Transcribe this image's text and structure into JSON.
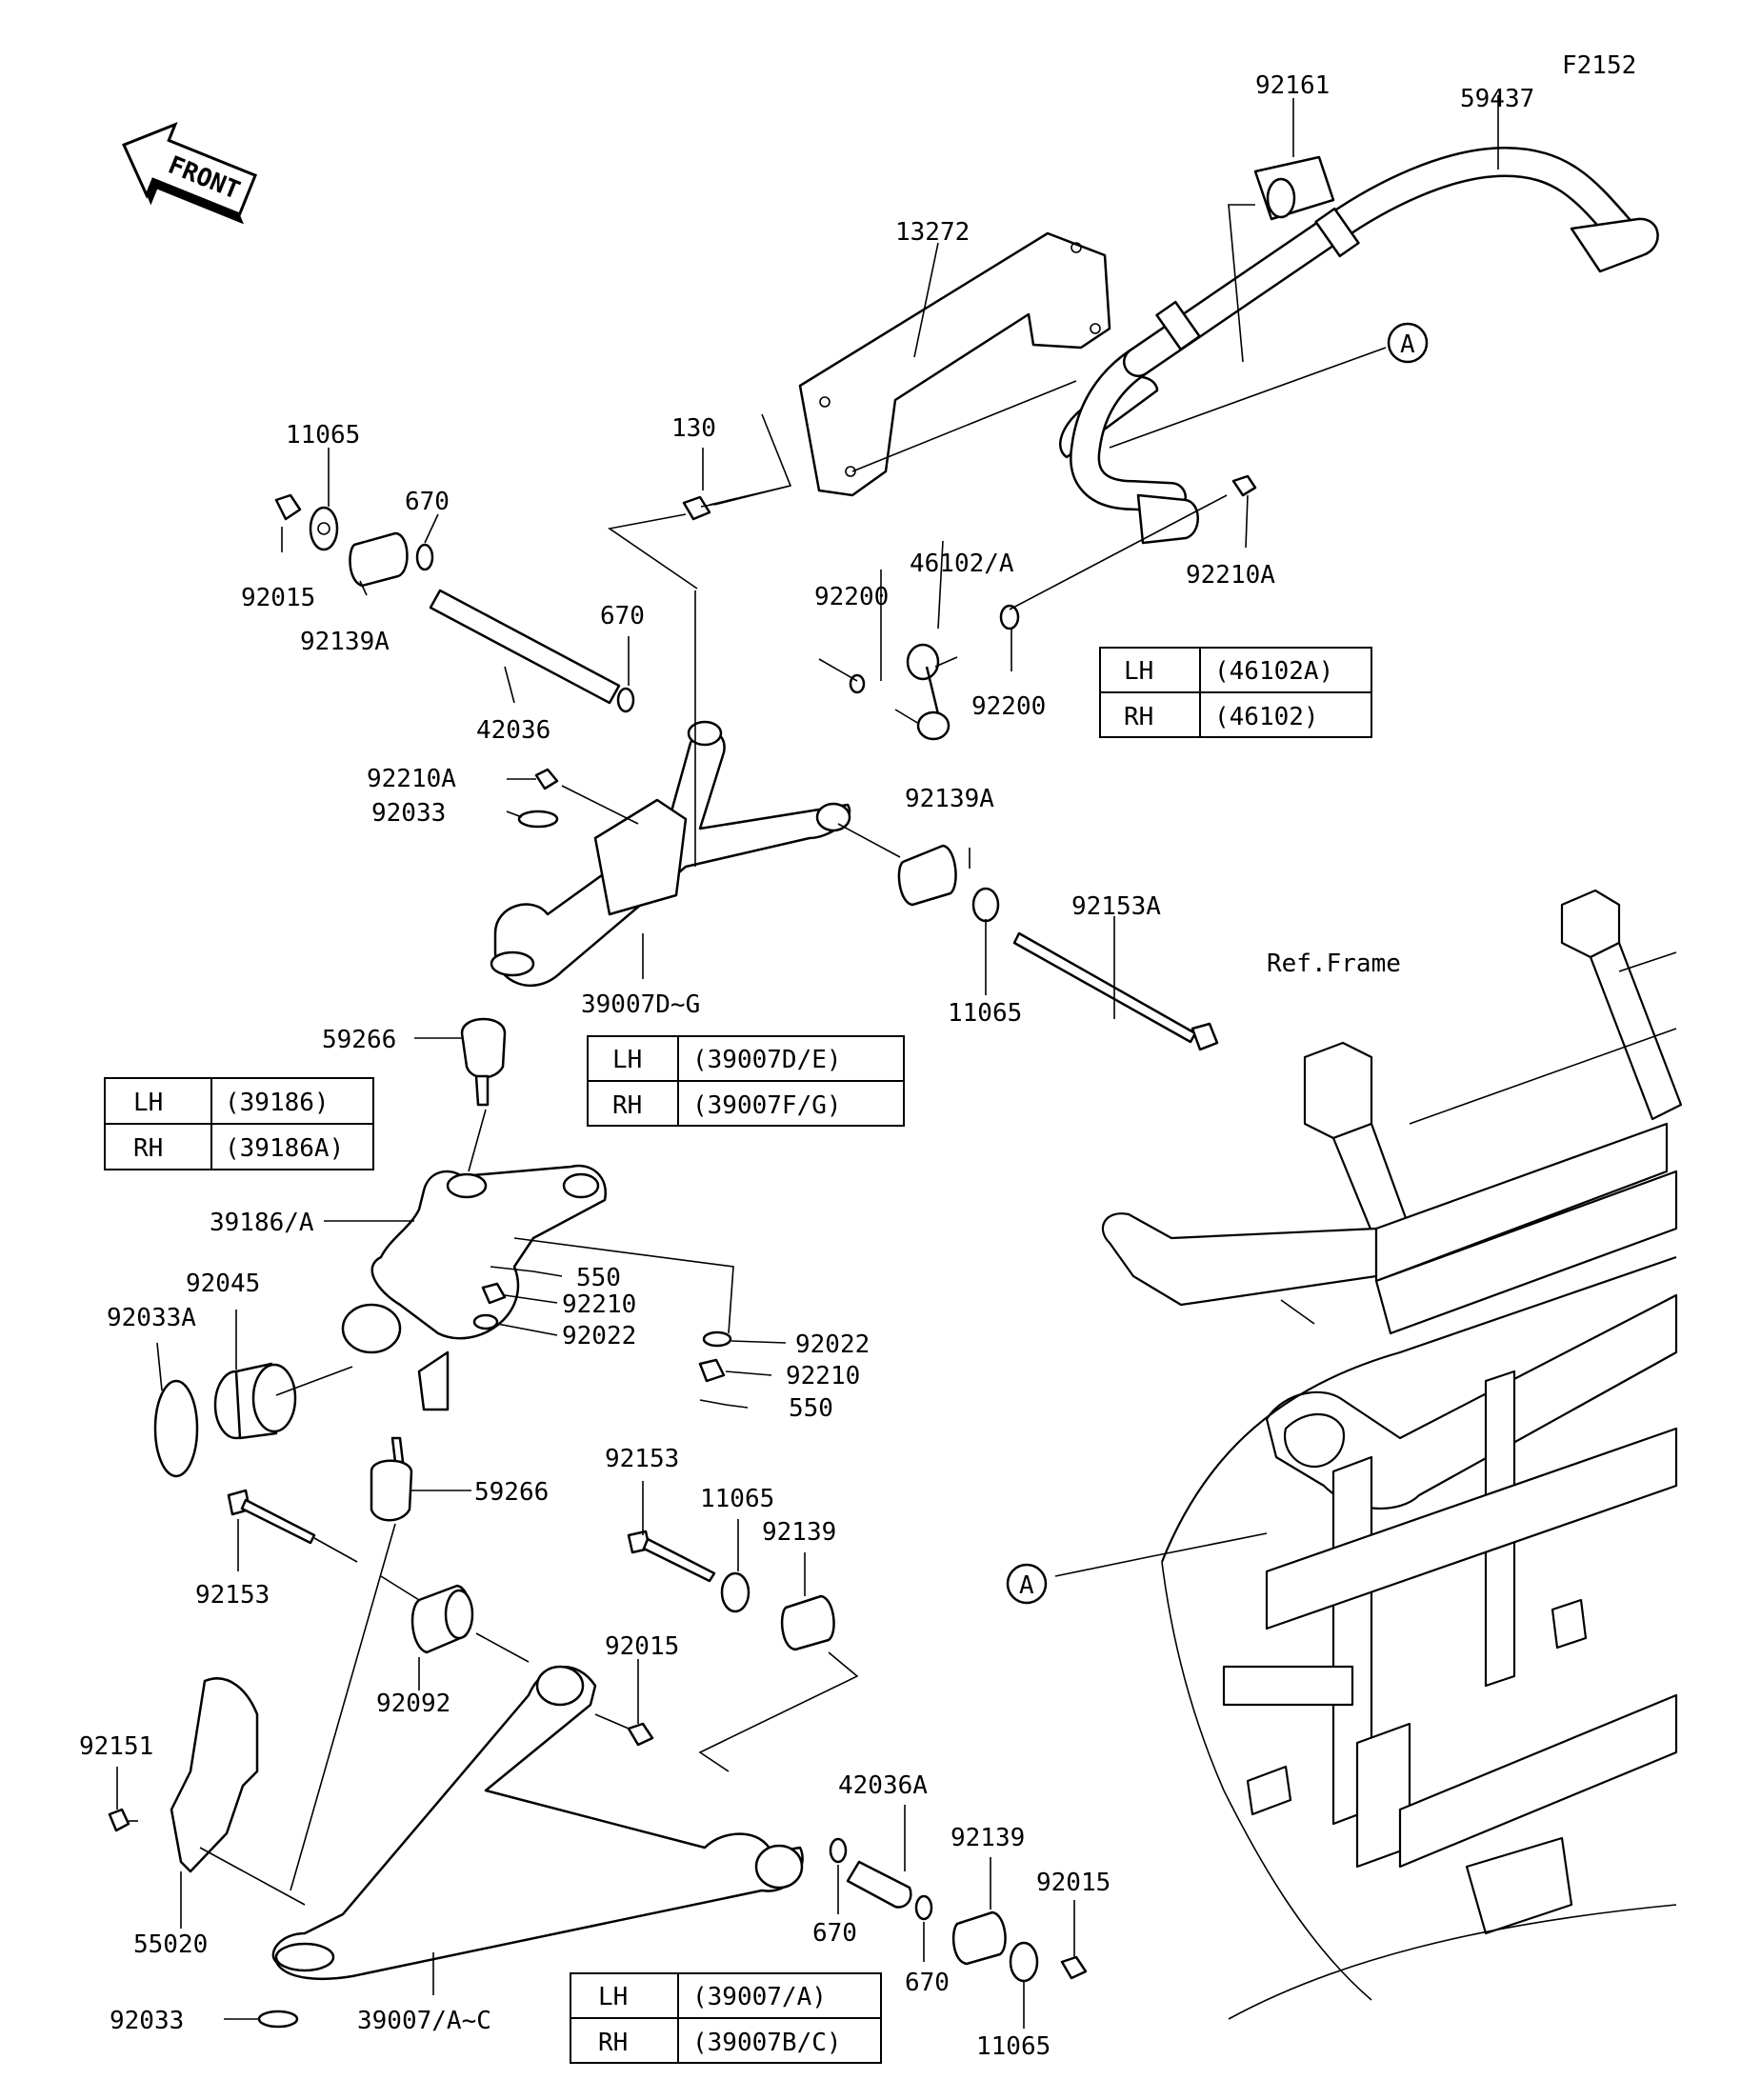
{
  "diagram_code": "F2152",
  "front_label": "FRONT",
  "ref_frame_label": "Ref.Frame",
  "callout_letter": "A",
  "part_labels": {
    "p92161": "92161",
    "p59437": "59437",
    "p13272": "13272",
    "p130": "130",
    "p11065_top": "11065",
    "p670_top": "670",
    "p92015_top": "92015",
    "p92139A_top": "92139A",
    "p670_mid": "670",
    "p42036": "42036",
    "p46102A": "46102/A",
    "p92200_l": "92200",
    "p92200_r": "92200",
    "p92210A_r": "92210A",
    "p92210A_l": "92210A",
    "p92033_top": "92033",
    "p92139A_mid": "92139A",
    "p92153A": "92153A",
    "p11065_mid": "11065",
    "p39007DG": "39007D~G",
    "p59266_top": "59266",
    "p39186A": "39186/A",
    "p550_a": "550",
    "p92210_a": "92210",
    "p92022_a": "92022",
    "p92045": "92045",
    "p92033A": "92033A",
    "p92022_b": "92022",
    "p92210_b": "92210",
    "p550_b": "550",
    "p59266_bot": "59266",
    "p92153_l": "92153",
    "p92153_c": "92153",
    "p11065_c": "11065",
    "p92139_c": "92139",
    "p92015_c": "92015",
    "p92092": "92092",
    "p92151": "92151",
    "p55020": "55020",
    "p42036A": "42036A",
    "p92139_b": "92139",
    "p92015_b": "92015",
    "p670_b1": "670",
    "p670_b2": "670",
    "p11065_b": "11065",
    "p92033_b": "92033",
    "p39007Ac": "39007/A~C"
  },
  "tables": {
    "t46102": {
      "rows": [
        {
          "side": "LH",
          "part": "(46102A)"
        },
        {
          "side": "RH",
          "part": "(46102)"
        }
      ]
    },
    "t39007DG": {
      "rows": [
        {
          "side": "LH",
          "part": "(39007D/E)"
        },
        {
          "side": "RH",
          "part": "(39007F/G)"
        }
      ]
    },
    "t39186": {
      "rows": [
        {
          "side": "LH",
          "part": "(39186)"
        },
        {
          "side": "RH",
          "part": "(39186A)"
        }
      ]
    },
    "t39007Ac": {
      "rows": [
        {
          "side": "LH",
          "part": "(39007/A)"
        },
        {
          "side": "RH",
          "part": "(39007B/C)"
        }
      ]
    }
  }
}
